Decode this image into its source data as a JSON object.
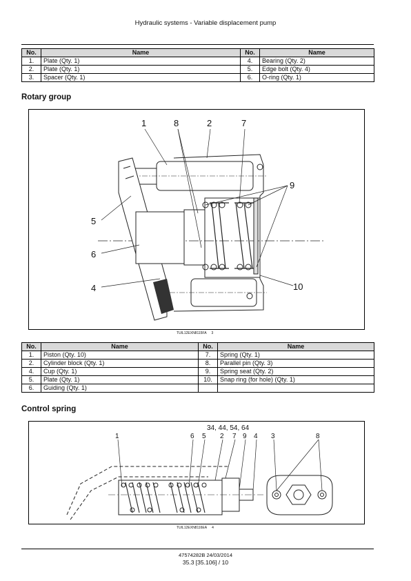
{
  "header": {
    "title": "Hydraulic systems - Variable displacement pump"
  },
  "table1": {
    "headers": [
      "No.",
      "Name",
      "No.",
      "Name"
    ],
    "rows": [
      [
        "1.",
        "Plate (Qty.  1)",
        "4.",
        "Bearing (Qty.  2)"
      ],
      [
        "2.",
        "Plate (Qty.  1)",
        "5.",
        "Edge bolt (Qty.  4)"
      ],
      [
        "3.",
        "Spacer (Qty.  1)",
        "6.",
        "O-ring (Qty.  1)"
      ]
    ]
  },
  "rotary": {
    "title": "Rotary group",
    "callouts": [
      "1",
      "8",
      "2",
      "7",
      "9",
      "5",
      "6",
      "4",
      "10"
    ],
    "ref": "TUIL12EXN8115FA",
    "fig_no": "3"
  },
  "table2": {
    "headers": [
      "No.",
      "Name",
      "No.",
      "Name"
    ],
    "rows": [
      [
        "1.",
        "Piston (Qty.  10)",
        "7.",
        "Spring (Qty.  1)"
      ],
      [
        "2.",
        "Cylinder block (Qty.  1)",
        "8.",
        "Parallel pin (Qty.  3)"
      ],
      [
        "4.",
        "Cup (Qty.  1)",
        "9.",
        "Spring seat (Qty.  2)"
      ],
      [
        "5.",
        "Plate (Qty.  1)",
        "10.",
        "Snap ring (for hole) (Qty.  1)"
      ],
      [
        "6.",
        "Guiding (Qty.  1)",
        "",
        ""
      ]
    ]
  },
  "control": {
    "title": "Control spring",
    "top_label": "34, 44, 54, 64",
    "callouts": [
      "1",
      "6",
      "5",
      "2",
      "7",
      "9",
      "4",
      "3",
      "8"
    ],
    "ref": "TUIL12EXN8116EA",
    "fig_no": "4"
  },
  "footer": {
    "doc": "47574282B 24/03/2014",
    "page": "35.3 [35.106] / 10"
  }
}
